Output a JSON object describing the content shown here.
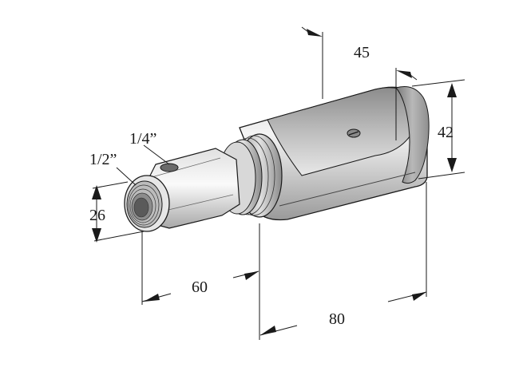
{
  "drawing": {
    "dimensions": [
      {
        "id": "dim-45",
        "value": "45"
      },
      {
        "id": "dim-42",
        "value": "42"
      },
      {
        "id": "dim-26",
        "value": "26"
      },
      {
        "id": "dim-60",
        "value": "60"
      },
      {
        "id": "dim-80",
        "value": "80"
      }
    ],
    "thread_labels": [
      {
        "id": "thread-half-inch",
        "value": "1/2”"
      },
      {
        "id": "thread-quarter-inch",
        "value": "1/4”"
      }
    ]
  }
}
